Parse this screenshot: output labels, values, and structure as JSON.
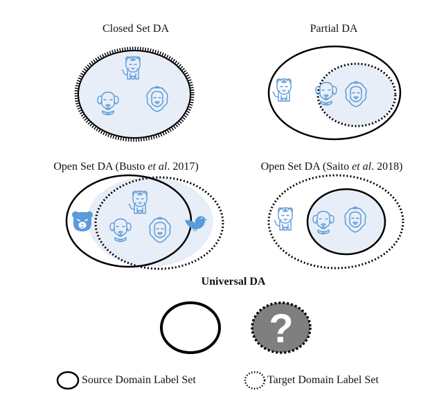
{
  "panels": {
    "closed_set": {
      "title": "Closed Set DA",
      "source_items": [
        "tiger",
        "dog",
        "lion"
      ],
      "target_items": [
        "tiger",
        "dog",
        "lion"
      ]
    },
    "partial": {
      "title": "Partial DA",
      "source_items": [
        "tiger",
        "dog",
        "lion"
      ],
      "target_items": [
        "dog",
        "lion"
      ]
    },
    "open_set_busto": {
      "title_prefix": "Open Set DA (Busto ",
      "title_italic": "et al",
      "title_suffix": ". 2017)",
      "source_items": [
        "bear",
        "tiger",
        "dog",
        "lion"
      ],
      "target_items": [
        "tiger",
        "dog",
        "lion",
        "bird"
      ]
    },
    "open_set_saito": {
      "title_prefix": "Open Set DA (Saito ",
      "title_italic": "et al",
      "title_suffix": ". 2018)",
      "source_items": [
        "dog",
        "lion"
      ],
      "target_items": [
        "tiger",
        "dog",
        "lion"
      ]
    },
    "universal": {
      "title": "Universal DA",
      "unknown_symbol": "?"
    }
  },
  "legend": {
    "source_label": "Source Domain Label Set",
    "target_label": "Target Domain Label Set"
  },
  "colors": {
    "icon_blue": "#5b9bd8",
    "shared_fill": "#e8eef8",
    "outline": "#000000",
    "unknown_fill": "#7f7f7f"
  }
}
